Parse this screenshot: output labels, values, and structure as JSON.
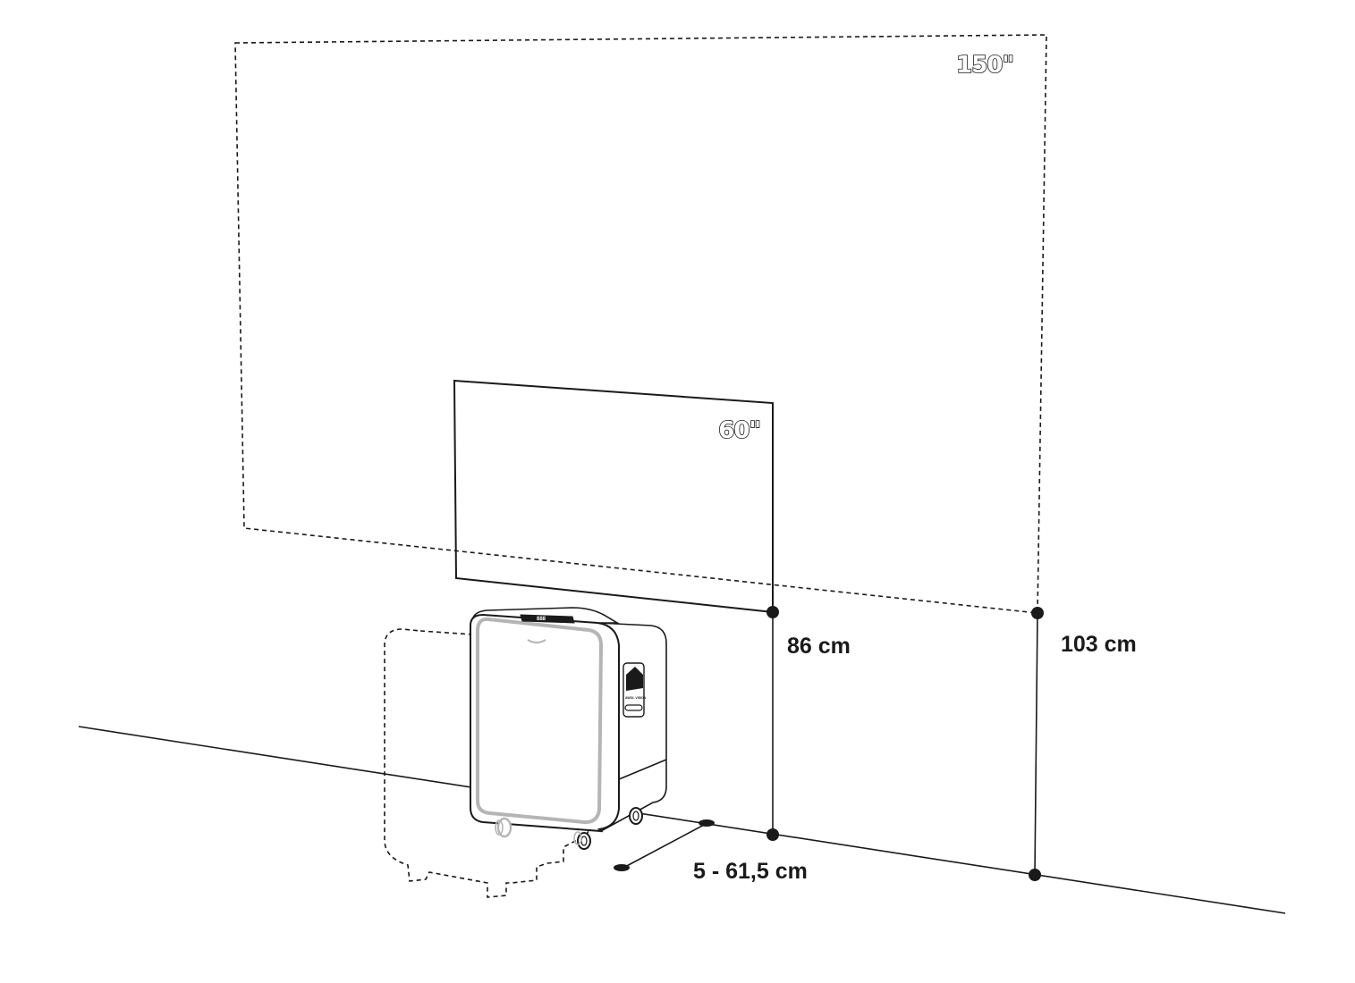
{
  "screens": {
    "large": {
      "size_label": "150\""
    },
    "small": {
      "size_label": "60\""
    }
  },
  "dimensions": {
    "small_bottom_height": "86 cm",
    "large_bottom_height": "103 cm",
    "throw_distance": "5 - 61,5 cm"
  },
  "projector": {
    "brand": "AWOL VISION",
    "display_readout": "888"
  },
  "colors": {
    "line": "#1a1a1a",
    "ghost": "#b5b5b5",
    "background": "#ffffff"
  }
}
